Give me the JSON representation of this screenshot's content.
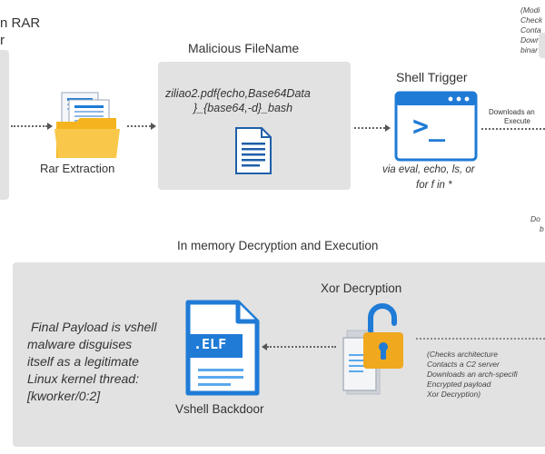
{
  "rar_title_fragment": "n RAR",
  "rar_title_fragment2": "r",
  "malicious_filename": {
    "title": "Malicious FileName",
    "line1": "ziliao2.pdf{echo,Base64Data",
    "line2": "}_{base64,-d}_bash"
  },
  "rar_extraction": {
    "label": "Rar Extraction"
  },
  "shell_trigger": {
    "title": "Shell Trigger",
    "prompt_glyph": ">_",
    "caption1": "via eval, echo, ls, or",
    "caption2": "for f in *"
  },
  "downloads_execute": {
    "line1": "Downloads an",
    "line2": "Execute"
  },
  "right_notes_top": [
    "(Modi",
    "Check",
    "Conta",
    "Down",
    "binar"
  ],
  "right_notes_mid": [
    "Do",
    "b"
  ],
  "memory_section": {
    "title": "In memory Decryption and Execution"
  },
  "xor_decryption": {
    "title": "Xor Decryption",
    "notes": [
      "(Checks architecture",
      "Contacts a C2 server",
      "Downloads an arch-specifi",
      "Encrypted payload",
      "Xor Decryption)"
    ]
  },
  "vshell_backdoor": {
    "label": "Vshell Backdoor",
    "file_ext": ".ELF"
  },
  "final_payload": {
    "lines": [
      "Final Payload is vshell",
      "malware disguises",
      "itself as a legitimate",
      "Linux kernel thread:",
      "[kworker/0:2]"
    ]
  },
  "colors": {
    "panel": "#e2e2e2",
    "blue": "#1f7bd6",
    "light_blue": "#5aa9ee",
    "folder_yellow": "#f5b41f",
    "lock_gold": "#f0a81e"
  }
}
